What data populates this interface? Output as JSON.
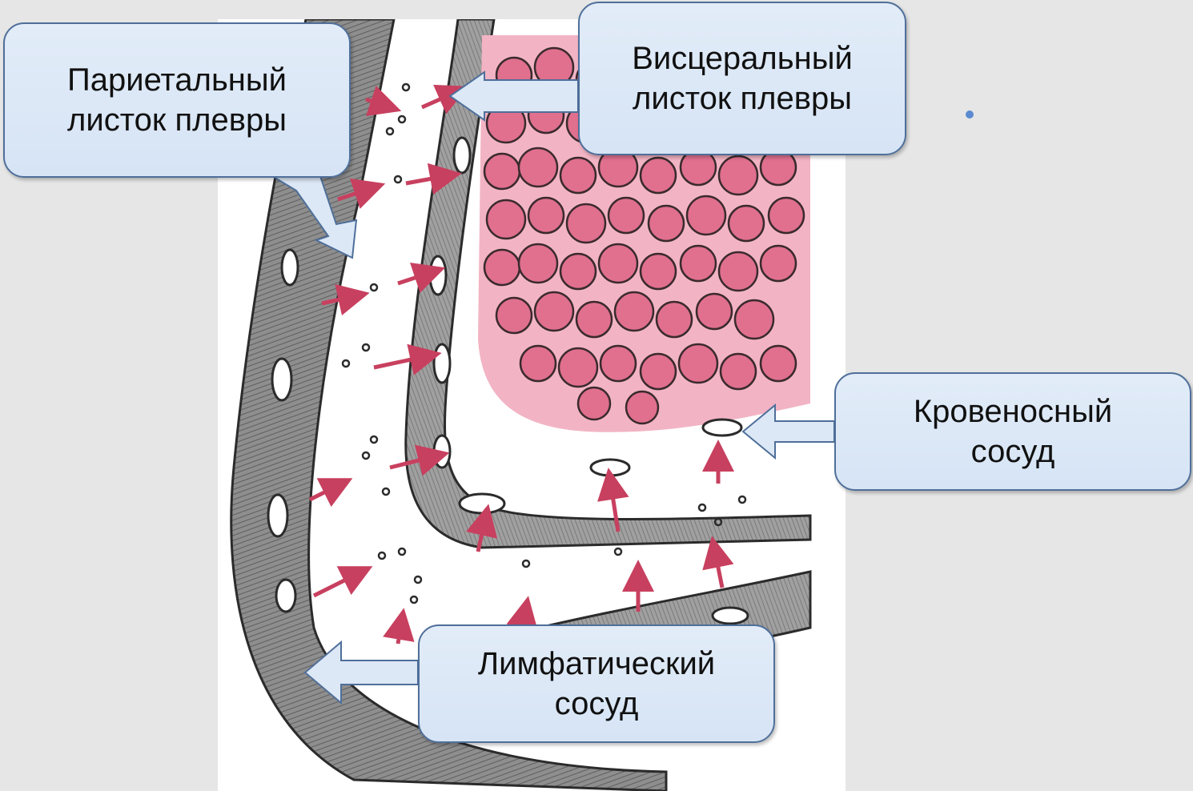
{
  "labels": {
    "parietal_pleura": "Париетальный\nлисток плевры",
    "visceral_pleura": "Висцеральный\nлисток плевры",
    "blood_vessel": "Кровеносный\nсосуд",
    "lymphatic_vessel": "Лимфатический\nсосуд"
  },
  "colors": {
    "background": "#e6e6e6",
    "callout_fill": "#dce8f6",
    "callout_border": "#4f6f9a",
    "arrow_fill": "#dce8f6",
    "alveoli_pink": "#e0708e",
    "pleura_gray": "#8a8a8a",
    "flow_arrow": "#c8405f",
    "bullet": "#5b8bd0"
  },
  "icons": {
    "bullet": "bullet-dot-icon"
  }
}
